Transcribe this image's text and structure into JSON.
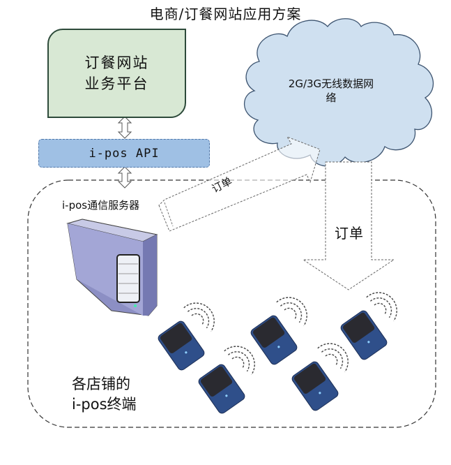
{
  "title": "电商/订餐网站应用方案",
  "platform": {
    "line1": "订餐网站",
    "line2": "业务平台"
  },
  "api": {
    "label": "i-pos API"
  },
  "network": {
    "line1": "2G/3G无线数据网",
    "line2": "络"
  },
  "server": {
    "label": "i-pos通信服务器"
  },
  "arrows": {
    "diagonal_label": "订单",
    "down_label": "订单"
  },
  "terminals": {
    "line1": "各店铺的",
    "line2": "i-pos终端",
    "count": 5
  },
  "colors": {
    "platform_fill": "#d8e8d4",
    "api_fill": "#9fc0e4",
    "cloud_fill": "#cfe0f0",
    "device_blue": "#2f4f8a",
    "device_screen": "#2a2a30",
    "server_fill": "#9a9ccc"
  }
}
